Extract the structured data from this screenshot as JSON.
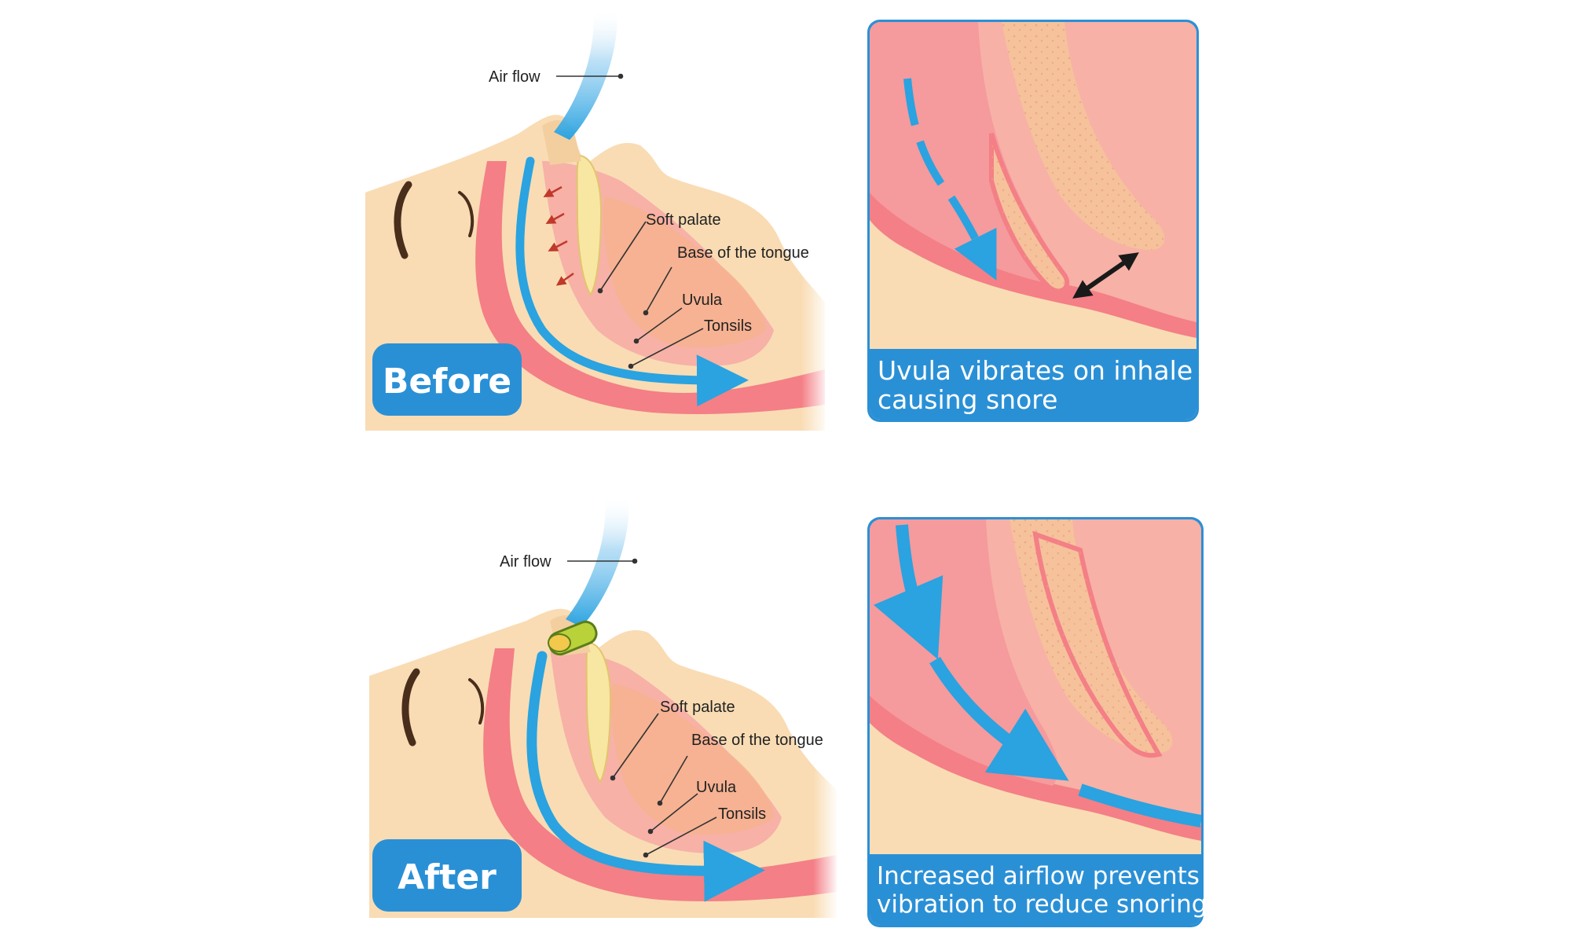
{
  "colors": {
    "skin": "#f9dcb4",
    "airway_pink": "#f47f86",
    "tissue_pink": "#f7b1a7",
    "bone_yellow": "#f8e7a3",
    "tongue": "#f6c29c",
    "airflow_blue": "#2aa3e0",
    "badge_blue": "#2a90d6",
    "hair": "#4a2e1c"
  },
  "before": {
    "badge": "Before",
    "labels": {
      "air_flow": "Air flow",
      "soft_palate": "Soft palate",
      "base_of_tongue": "Base of  the tongue",
      "uvula": "Uvula",
      "tonsils": "Tonsils"
    },
    "caption_line1": "Uvula vibrates on inhale",
    "caption_line2": "causing snore"
  },
  "after": {
    "badge": "After",
    "labels": {
      "air_flow": "Air flow",
      "soft_palate": "Soft palate",
      "base_of_tongue": "Base of  the tongue",
      "uvula": "Uvula",
      "tonsils": "Tonsils"
    },
    "caption_line1": "Increased airflow prevents",
    "caption_line2": "vibration to reduce snoring"
  },
  "icons": {
    "airflow_arrow": "airflow-arrow-icon",
    "vibration_arrow": "double-arrow-icon",
    "pressure_arrows": "pressure-arrow-icon",
    "nasal_device": "nasal-dilator-icon"
  }
}
